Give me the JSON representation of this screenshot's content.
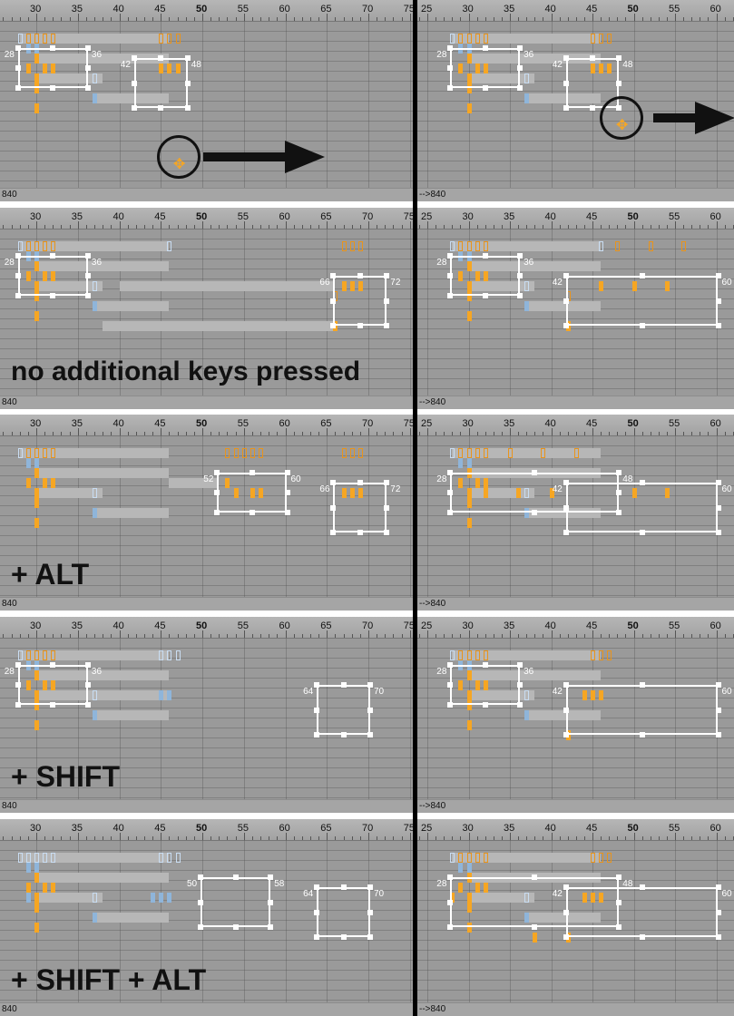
{
  "ruler_left": [
    "30",
    "35",
    "40",
    "45",
    "50",
    "55",
    "60",
    "65",
    "70",
    "75"
  ],
  "ruler_right": [
    "25",
    "30",
    "35",
    "40",
    "45",
    "50",
    "55",
    "60"
  ],
  "status_left": "840",
  "status_right": "-->840",
  "captions": {
    "row2": "no additional keys pressed",
    "row3": "+ ALT",
    "row4": "+ SHIFT",
    "row5": "+ SHIFT + ALT"
  },
  "frames": {
    "r1l": [
      "28",
      "36",
      "42",
      "48"
    ],
    "r1r": [
      "28",
      "36",
      "42",
      "48"
    ],
    "r2l": [
      "28",
      "36",
      "66",
      "72"
    ],
    "r2r": [
      "28",
      "36",
      "42",
      "60"
    ],
    "r3l": [
      "52",
      "60",
      "66",
      "72"
    ],
    "r3r": [
      "28",
      "48",
      "42",
      "60"
    ],
    "r4l": [
      "28",
      "36",
      "64",
      "70"
    ],
    "r4r": [
      "28",
      "36",
      "42",
      "60"
    ],
    "r5l": [
      "50",
      "58",
      "64",
      "70"
    ],
    "r5r": [
      "28",
      "48",
      "42",
      "60"
    ]
  },
  "icons": {
    "cursor": "move-cursor-icon",
    "arrow": "right-arrow-icon"
  }
}
